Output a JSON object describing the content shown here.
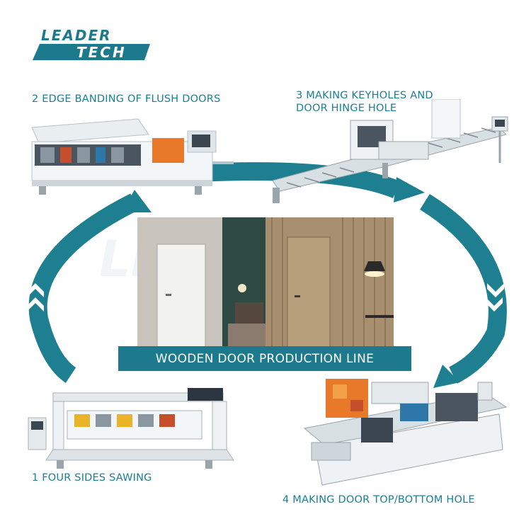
{
  "brand": {
    "line1": "LEADER",
    "line2": "TECH",
    "color": "#1c7a8c"
  },
  "banner": {
    "title": "WOODEN DOOR PRODUCTION LINE",
    "color": "#1c7a8c"
  },
  "steps": [
    {
      "label": "1 FOUR SIDES SAWING"
    },
    {
      "label": "2 EDGE BANDING OF FLUSH DOORS"
    },
    {
      "label_line1": "3 MAKING KEYHOLES AND",
      "label_line2": "DOOR HINGE HOLE"
    },
    {
      "label": "4 MAKING DOOR TOP/BOTTOM HOLE"
    }
  ],
  "colors": {
    "arrow": "#1e7f91",
    "label": "#1a7f94"
  }
}
